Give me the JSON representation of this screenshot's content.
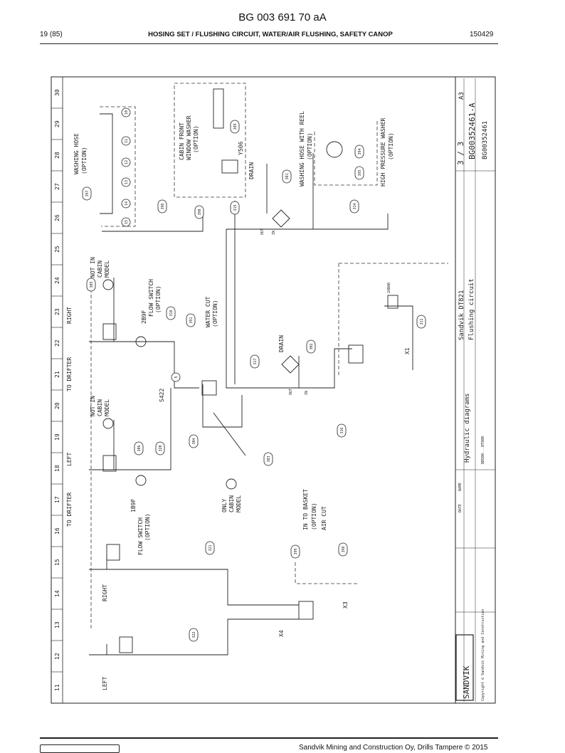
{
  "header": {
    "doc_id": "BG 003 691 70 aA",
    "page": "19 (85)",
    "title": "HOSING SET / FLUSHING CIRCUIT, WATER/AIR FLUSHING, SAFETY CANOP",
    "date_code": "150429"
  },
  "footer": {
    "company": "Sandvik Mining and Construction Oy, Drills Tampere © 2015"
  },
  "grid": [
    "11",
    "12",
    "13",
    "14",
    "15",
    "16",
    "17",
    "18",
    "19",
    "20",
    "21",
    "22",
    "23",
    "24",
    "25",
    "26",
    "27",
    "28",
    "29",
    "30"
  ],
  "callouts": [
    "10",
    "11",
    "12",
    "13",
    "14",
    "15",
    "397",
    "396",
    "389",
    "390",
    "315",
    "301",
    "394",
    "395",
    "314",
    "305",
    "318",
    "391",
    "5",
    "317",
    "302",
    "311",
    "306",
    "320",
    "304",
    "303",
    "316",
    "321",
    "399",
    "398",
    "322"
  ],
  "labels": {
    "washing_hose": "WASHING HOSE",
    "option": "(OPTION)",
    "cabin_front_1": "CABIN FRONT",
    "cabin_front_2": "WINDOW WASHER",
    "hose_reel": "WASHING HOSE WITH REEL",
    "high_pressure": "HIGH PRESSURE WASHER",
    "drain": "DRAIN",
    "right": "RIGHT",
    "left": "LEFT",
    "to_drifter": "TO DRIFTER",
    "not_in_1": "NOT IN",
    "not_in_2": "CABIN",
    "not_in_3": "MODEL",
    "flow_switch": "FLOW SWITCH",
    "s2b9f": "2B9F",
    "s1b9f": "1B9F",
    "water_cut": "WATER CUT",
    "only_1": "ONLY",
    "only_2": "CABIN",
    "only_3": "MODEL",
    "in_to_basket": "IN TO BASKET",
    "air_cut": "AIR CUT",
    "y506": "Y506",
    "s422": "S422",
    "x1": "X1",
    "x3": "X3",
    "x4": "X4",
    "out": "OUT",
    "in": "IN",
    "sbm": "2XBAR"
  },
  "title_block": {
    "company": "Sandvik DT821",
    "drawing": "Flushing circuit",
    "diagram": "Hydraulic diagrams",
    "model": "DD500...DT800",
    "sheet": "3 / 3",
    "size": "A3",
    "number": "BG00352461-A",
    "number_small": "BG00352461",
    "brand": "SANDVIK",
    "copyright": "Copyright © Sandvik Mining and Construction",
    "date_label": "DATE",
    "name_label": "NAME"
  }
}
